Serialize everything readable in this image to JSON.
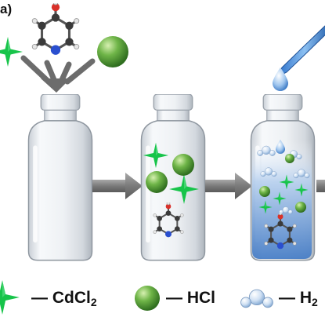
{
  "panel": {
    "label": "a)"
  },
  "legend": {
    "cdcl2": {
      "dash": "—",
      "base": "CdCl",
      "sub": "2"
    },
    "hcl": {
      "dash": "—",
      "text": "HCl"
    },
    "h2o": {
      "dash": "—",
      "base": "H",
      "sub": "2"
    }
  },
  "colors": {
    "cd_star": "#17c44a",
    "cl_sphere": "#5aa63a",
    "water_blue": "#4c8fd6",
    "arrow_gray": "#7c7c7c",
    "vial_glass": "#e8ecf0",
    "solution_blue": "#5d8fcf"
  },
  "icons": [
    "pyridine-molecule-icon",
    "cd-star-icon",
    "cl-sphere-icon",
    "water-molecule-icon",
    "pipette-icon",
    "water-drop-icon"
  ]
}
